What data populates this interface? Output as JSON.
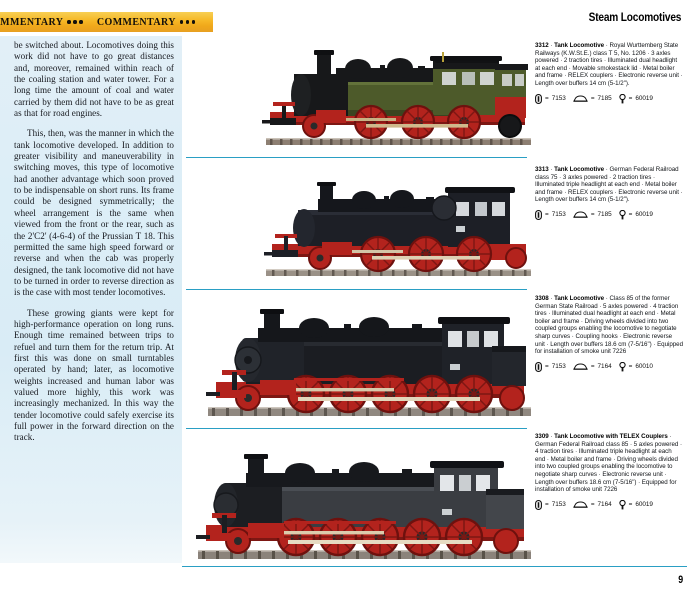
{
  "header": {
    "band_text_left": "OMMENTARY",
    "band_text_right": "COMMENTARY",
    "title": "Steam Locomotives"
  },
  "commentary": {
    "paragraphs": [
      "be switched about. Locomotives doing this work did not have to go great distances and, moreover, remained within reach of the coaling station and water tower. For a long time the amount of coal and water carried by them did not have to be as great as that for road engines.",
      "This, then, was the manner in which the tank locomotive developed. In addition to greater visibility and maneuverability in switching moves, this type of locomotive had another advantage which soon proved to be indispensable on short runs. Its frame could be designed symmetrically; the wheel arrangement is the same when viewed from the front or the rear, such as the 2'C2' (4-6-4) of the Prussian T 18. This permitted the same high speed forward or reverse and when the cab was properly designed, the tank locomotive did not have to be turned in order to reverse direction as is the case with most tender locomotives.",
      "These growing giants were kept for high-performance operation on long runs. Enough time remained between trips to refuel and turn them for the return trip. At first this was done on small turntables operated by hand; later, as locomotive weights increased and human labor was valued more highly, this work was increasingly mechanized. In this way the tender locomotive could safely exercise its full power in the forward direction on the track."
    ]
  },
  "products": [
    {
      "art_no": "3312",
      "title": "Tank Locomotive",
      "description": " · Royal Wurttemberg State Railways (K.W.St.E.) class T 5, No. 1206 · 3 axles powered · 2 traction tires · Illuminated dual headlight at each end · Movable smokestack lid · Metal boiler and frame · RELEX couplers · Electronic reverse unit · Length over buffers 14 cm (5-1/2\").",
      "codes": [
        {
          "icon": "ac-digital-icon",
          "value": "7153"
        },
        {
          "icon": "dc-loco-icon",
          "value": "7185"
        },
        {
          "icon": "lamp-icon",
          "value": "60019"
        }
      ],
      "photo_alt": "green-black-tank-locomotive"
    },
    {
      "art_no": "3313",
      "title": "Tank Locomotive",
      "description": " · German Federal Railroad class 75 · 3 axles powered · 2 traction tires · Illuminated triple headlight at each end · Metal boiler and frame · RELEX couplers · Electronic reverse unit · Length over buffers 14 cm (5-1/2\").",
      "codes": [
        {
          "icon": "ac-digital-icon",
          "value": "7153"
        },
        {
          "icon": "dc-loco-icon",
          "value": "7185"
        },
        {
          "icon": "lamp-icon",
          "value": "60019"
        }
      ],
      "photo_alt": "black-red-tank-locomotive"
    },
    {
      "art_no": "3308",
      "title": "Tank Locomotive",
      "description": " · Class 85 of the former German State Railroad · 5 axles powered · 4 traction tires · Illuminated dual headlight at each end · Metal boiler and frame · Driving wheels divided into two coupled groups enabling the locomotive to negotiate sharp curves · Coupling hooks · Electronic reverse unit · Length over buffers 18.6 cm (7-5/16\") · Equipped for installation of smoke unit 7226",
      "codes": [
        {
          "icon": "ac-digital-icon",
          "value": "7153"
        },
        {
          "icon": "dc-loco-icon",
          "value": "7164"
        },
        {
          "icon": "lamp-icon",
          "value": "60010"
        }
      ],
      "photo_alt": "class-85-black-red-locomotive"
    },
    {
      "art_no": "3309",
      "title": "Tank Locomotive with TELEX Couplers",
      "description": " · German Federal Railroad class 85 · 5 axles powered · 4 traction tires · Illuminated triple headlight at each end · Metal boiler and frame · Driving wheels divided into two coupled groups enabling the locomotive to negotiate sharp curves · Electronic reverse unit · Length over buffers 18.6 cm (7-5/16\") · Equipped for installation of smoke unit 7226",
      "codes": [
        {
          "icon": "ac-digital-icon",
          "value": "7153"
        },
        {
          "icon": "dc-loco-icon",
          "value": "7164"
        },
        {
          "icon": "lamp-icon",
          "value": "60019"
        }
      ],
      "photo_alt": "class-85-telex-locomotive"
    }
  ],
  "footer": {
    "page_number": "9"
  },
  "colors": {
    "band_start": "#f7cf55",
    "band_end": "#e8a021",
    "rule": "#2a9fc4",
    "text_panel": "#dceef7",
    "loco_green": "#4d5a2a",
    "loco_black": "#17181a",
    "loco_red": "#b3231d"
  }
}
